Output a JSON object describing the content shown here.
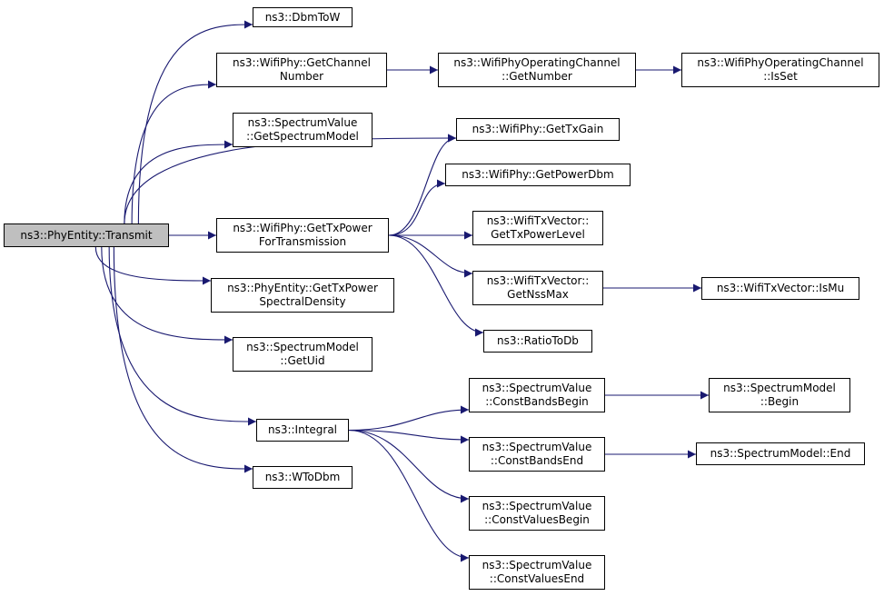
{
  "graph": {
    "edge_color": "#191970",
    "root_fill": "#bfbfbf",
    "nodes": {
      "transmit": {
        "lines": [
          "ns3::PhyEntity::Transmit"
        ],
        "root": true
      },
      "dbmtow": {
        "lines": [
          "ns3::DbmToW"
        ]
      },
      "getchannelnumber": {
        "lines": [
          "ns3::WifiPhy::GetChannel",
          "Number"
        ]
      },
      "getnumber": {
        "lines": [
          "ns3::WifiPhyOperatingChannel",
          "::GetNumber"
        ]
      },
      "isset": {
        "lines": [
          "ns3::WifiPhyOperatingChannel",
          "::IsSet"
        ]
      },
      "getspectrummodel": {
        "lines": [
          "ns3::SpectrumValue",
          "::GetSpectrumModel"
        ]
      },
      "gettxgain": {
        "lines": [
          "ns3::WifiPhy::GetTxGain"
        ]
      },
      "getpowerdbm": {
        "lines": [
          "ns3::WifiPhy::GetPowerDbm"
        ]
      },
      "gettxpowerfortx": {
        "lines": [
          "ns3::WifiPhy::GetTxPower",
          "ForTransmission"
        ]
      },
      "gettxpowerlevel": {
        "lines": [
          "ns3::WifiTxVector::",
          "GetTxPowerLevel"
        ]
      },
      "getnssmax": {
        "lines": [
          "ns3::WifiTxVector::",
          "GetNssMax"
        ]
      },
      "ismu": {
        "lines": [
          "ns3::WifiTxVector::IsMu"
        ]
      },
      "gettxpowerspectral": {
        "lines": [
          "ns3::PhyEntity::GetTxPower",
          "SpectralDensity"
        ]
      },
      "ratiotodb": {
        "lines": [
          "ns3::RatioToDb"
        ]
      },
      "getuid": {
        "lines": [
          "ns3::SpectrumModel",
          "::GetUid"
        ]
      },
      "constbandsbegin": {
        "lines": [
          "ns3::SpectrumValue",
          "::ConstBandsBegin"
        ]
      },
      "modelbegin": {
        "lines": [
          "ns3::SpectrumModel",
          "::Begin"
        ]
      },
      "integral": {
        "lines": [
          "ns3::Integral"
        ]
      },
      "constbandsend": {
        "lines": [
          "ns3::SpectrumValue",
          "::ConstBandsEnd"
        ]
      },
      "modelend": {
        "lines": [
          "ns3::SpectrumModel::End"
        ]
      },
      "wtodbm": {
        "lines": [
          "ns3::WToDbm"
        ]
      },
      "constvaluesbegin": {
        "lines": [
          "ns3::SpectrumValue",
          "::ConstValuesBegin"
        ]
      },
      "constvaluesend": {
        "lines": [
          "ns3::SpectrumValue",
          "::ConstValuesEnd"
        ]
      }
    },
    "edges": [
      [
        "transmit",
        "dbmtow"
      ],
      [
        "transmit",
        "getchannelnumber"
      ],
      [
        "getchannelnumber",
        "getnumber"
      ],
      [
        "getnumber",
        "isset"
      ],
      [
        "transmit",
        "getspectrummodel"
      ],
      [
        "transmit",
        "gettxgain"
      ],
      [
        "transmit",
        "gettxpowerfortx"
      ],
      [
        "gettxpowerfortx",
        "gettxgain"
      ],
      [
        "gettxpowerfortx",
        "getpowerdbm"
      ],
      [
        "gettxpowerfortx",
        "gettxpowerlevel"
      ],
      [
        "gettxpowerfortx",
        "getnssmax"
      ],
      [
        "gettxpowerfortx",
        "ratiotodb"
      ],
      [
        "getnssmax",
        "ismu"
      ],
      [
        "transmit",
        "gettxpowerspectral"
      ],
      [
        "transmit",
        "getuid"
      ],
      [
        "transmit",
        "integral"
      ],
      [
        "transmit",
        "wtodbm"
      ],
      [
        "integral",
        "constbandsbegin"
      ],
      [
        "integral",
        "constbandsend"
      ],
      [
        "integral",
        "constvaluesbegin"
      ],
      [
        "integral",
        "constvaluesend"
      ],
      [
        "constbandsbegin",
        "modelbegin"
      ],
      [
        "constbandsend",
        "modelend"
      ]
    ]
  }
}
